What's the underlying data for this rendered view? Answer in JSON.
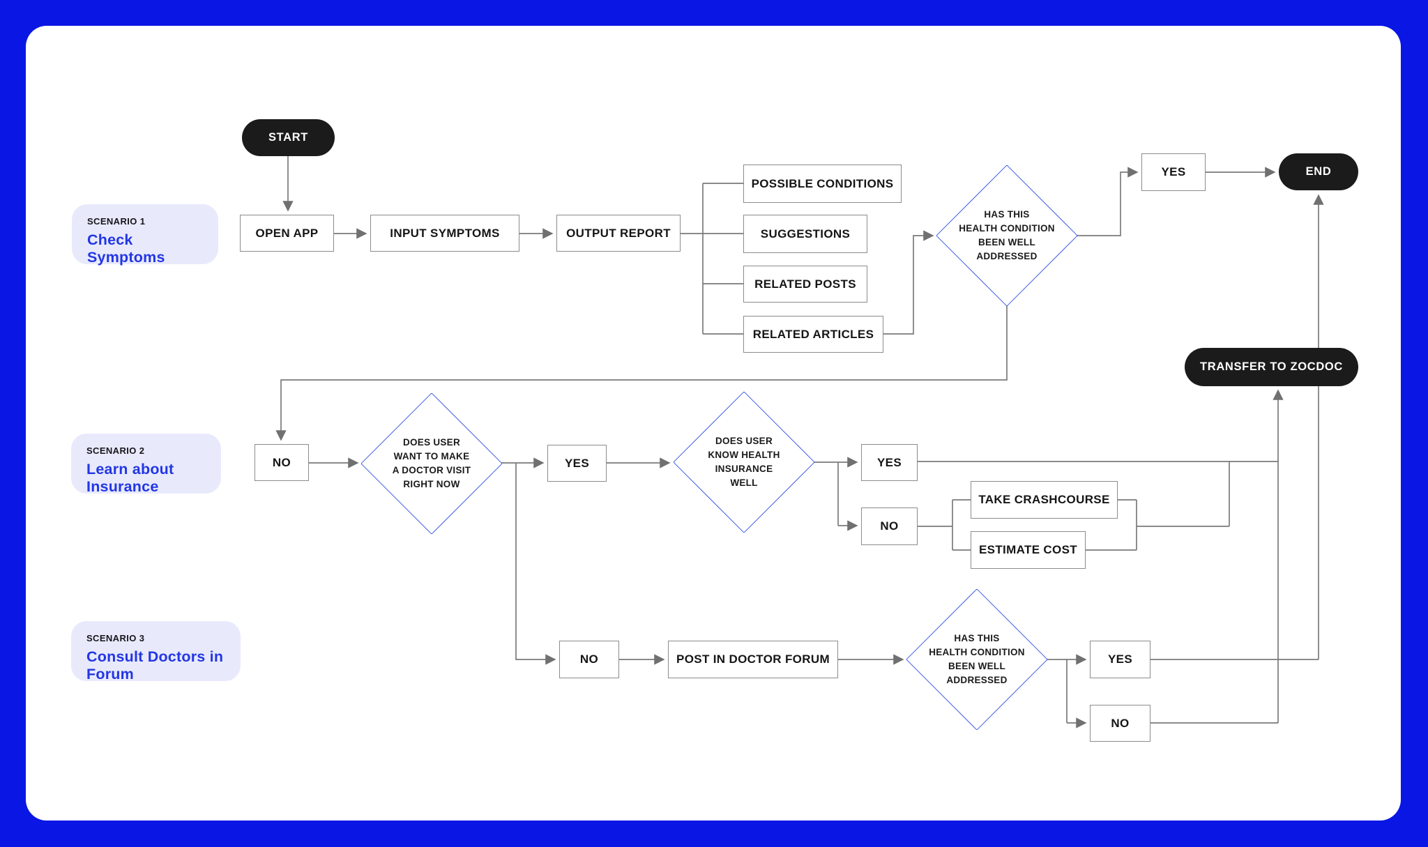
{
  "colors": {
    "background": "#0a17e4",
    "canvas": "#ffffff",
    "badge_background": "#e8eafc",
    "accent_blue": "#2336e4",
    "diamond_border": "#3d5ce5",
    "connector_gray": "#7a7a7a",
    "node_border_gray": "#8b8b8b",
    "terminal_pill_black": "#1b1b1b"
  },
  "scenarios": [
    {
      "eyebrow": "SCENARIO 1",
      "title": "Check Symptoms"
    },
    {
      "eyebrow": "SCENARIO 2",
      "title": "Learn about Insurance"
    },
    {
      "eyebrow": "SCENARIO 3",
      "title": "Consult Doctors in Forum"
    }
  ],
  "nodes": {
    "start": "START",
    "end": "END",
    "transfer": "TRANSFER TO ZOCDOC",
    "open_app": "OPEN APP",
    "input_symptoms": "INPUT SYMPTOMS",
    "output_report": "OUTPUT REPORT",
    "possible_conditions": "POSSIBLE CONDITIONS",
    "suggestions": "SUGGESTIONS",
    "related_posts": "RELATED POSTS",
    "related_articles": "RELATED ARTICLES",
    "post_forum": "POST IN DOCTOR FORUM",
    "take_crashcourse": "TAKE CRASHCOURSE",
    "estimate_cost": "ESTIMATE COST",
    "yes": "YES",
    "no": "NO"
  },
  "decisions": {
    "d1": "HAS THIS\nHEALTH CONDITION\nBEEN WELL\nADDRESSED",
    "d2": "DOES USER\nWANT TO MAKE\nA DOCTOR VISIT\nRIGHT NOW",
    "d3": "DOES USER\nKNOW HEALTH\nINSURANCE\nWELL",
    "d4": "HAS THIS\nHEALTH CONDITION\nBEEN WELL\nADDRESSED"
  }
}
